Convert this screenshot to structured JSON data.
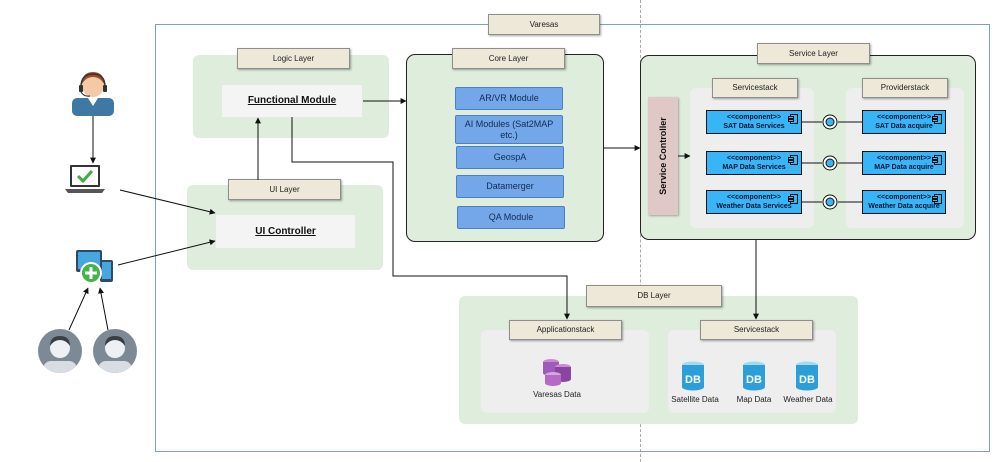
{
  "title": "Varesas",
  "logic_layer": {
    "label": "Logic Layer",
    "module": "Functional Module"
  },
  "ui_layer": {
    "label": "UI Layer",
    "controller": "UI Controller"
  },
  "core_layer": {
    "label": "Core Layer",
    "modules": [
      "AR/VR Module",
      "AI Modules (Sat2MAP etc.)",
      "GeospA",
      "Datamerger",
      "QA Module"
    ]
  },
  "service_layer": {
    "label": "Service Layer",
    "controller": "Service Controller",
    "servicestack": {
      "label": "Servicestack",
      "components": [
        {
          "stereo": "<<component>>",
          "name": "SAT Data Services"
        },
        {
          "stereo": "<<component>>",
          "name": "MAP Data Services"
        },
        {
          "stereo": "<<component>>",
          "name": "Weather Data Services"
        }
      ]
    },
    "providerstack": {
      "label": "Providerstack",
      "components": [
        {
          "stereo": "<<component>>",
          "name": "SAT Data acquire"
        },
        {
          "stereo": "<<component>>",
          "name": "MAP Data acquire"
        },
        {
          "stereo": "<<component>>",
          "name": "Weather Data acquire"
        }
      ]
    }
  },
  "db_layer": {
    "label": "DB  Layer",
    "applicationstack": {
      "label": "Applicationstack",
      "item": "Varesas Data"
    },
    "servicestack": {
      "label": "Servicestack",
      "items": [
        "Satellite Data",
        "Map Data",
        "Weather Data"
      ]
    },
    "db_icon_text": "DB"
  },
  "colors": {
    "module_blue": "#73a7e9",
    "component_blue": "#37b5f6",
    "layer_green": "#dfeddd",
    "tag_beige": "#ede8d7",
    "outline_blue": "#7a9ed8"
  }
}
